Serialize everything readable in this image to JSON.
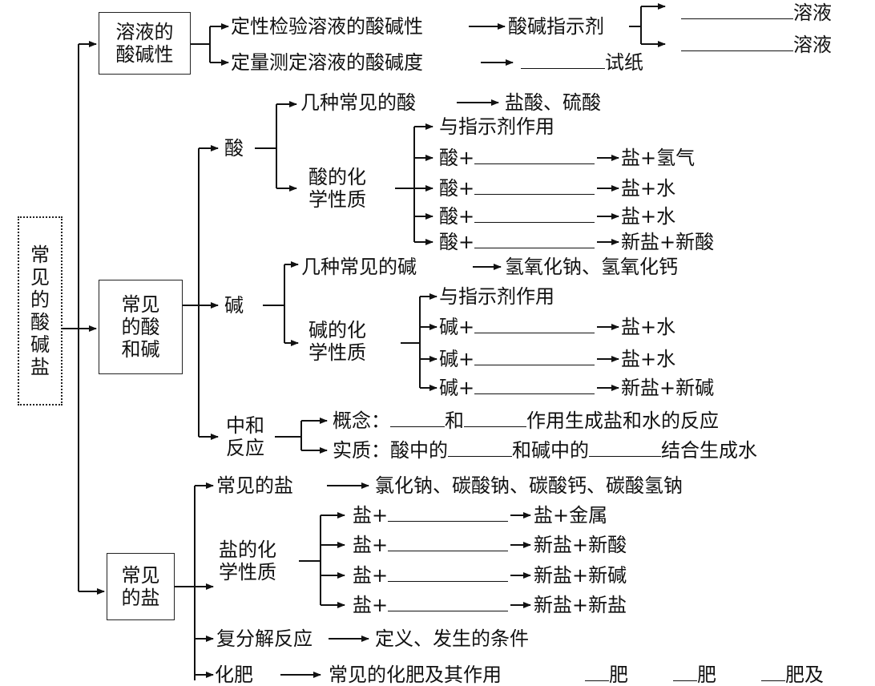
{
  "root": "常\n见\n的\n酸\n碱\n盐",
  "solution": {
    "box": "溶液的\n酸碱性",
    "qual": "定性检验溶液的酸碱性",
    "indicator": "酸碱指示剂",
    "sol1": "溶液",
    "sol2": "溶液",
    "quant": "定量测定溶液的酸碱度",
    "paper": "试纸"
  },
  "acidbase": {
    "box": "常见\n的酸\n和碱",
    "acid": "酸",
    "acid_common": "几种常见的酸",
    "acid_examples": "盐酸、硫酸",
    "acid_chem": "酸的化\n学性质",
    "acid_props": [
      {
        "left": "与指示剂作用",
        "right": ""
      },
      {
        "left": "酸+",
        "right": "盐+氢气"
      },
      {
        "left": "酸+",
        "right": "盐+水"
      },
      {
        "left": "酸+",
        "right": "盐+水"
      },
      {
        "left": "酸+",
        "right": "新盐+新酸"
      }
    ],
    "base": "碱",
    "base_common": "几种常见的碱",
    "base_examples": "氢氧化钠、氢氧化钙",
    "base_chem": "碱的化\n学性质",
    "base_props": [
      {
        "left": "与指示剂作用",
        "right": ""
      },
      {
        "left": "碱+",
        "right": "盐+水"
      },
      {
        "left": "碱+",
        "right": "盐+水"
      },
      {
        "left": "碱+",
        "right": "新盐+新碱"
      }
    ],
    "neutral": "中和\n反应",
    "concept_a": "概念：",
    "concept_b": "和",
    "concept_c": "作用生成盐和水的反应",
    "essence_a": "实质：酸中的",
    "essence_b": "和碱中的",
    "essence_c": "结合生成水"
  },
  "salt": {
    "box": "常见\n的盐",
    "common": "常见的盐",
    "examples": "氯化钠、碳酸钠、碳酸钙、碳酸氢钠",
    "chem": "盐的化\n学性质",
    "props": [
      {
        "left": "盐+",
        "right": "盐+金属"
      },
      {
        "left": "盐+",
        "right": "新盐+新酸"
      },
      {
        "left": "盐+",
        "right": "新盐+新碱"
      },
      {
        "left": "盐+",
        "right": "新盐+新盐"
      }
    ],
    "double": "复分解反应",
    "double_desc": "定义、发生的条件",
    "fert": "化肥",
    "fert_desc": "常见的化肥及其作用",
    "fert_tail_a": "肥",
    "fert_tail_b": "肥",
    "fert_tail_c": "肥及"
  }
}
